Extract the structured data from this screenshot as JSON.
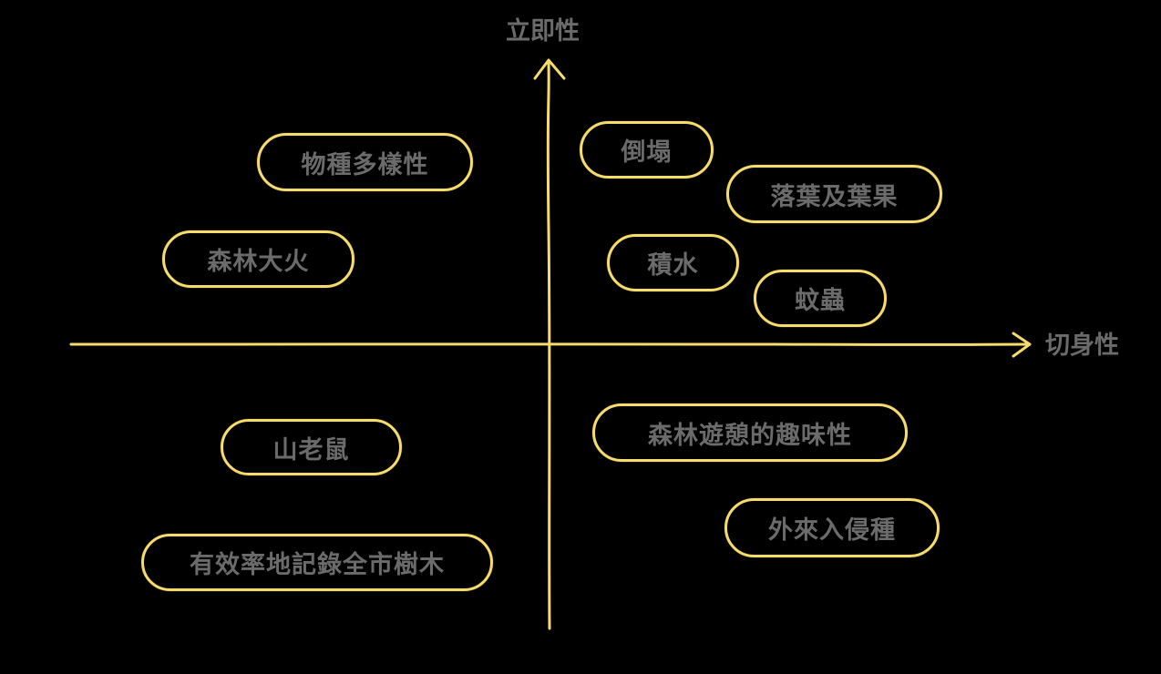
{
  "axes": {
    "vertical_label": "立即性",
    "horizontal_label": "切身性",
    "color": "#f6dd6b"
  },
  "items": [
    {
      "label": "物種多樣性"
    },
    {
      "label": "森林大火"
    },
    {
      "label": "倒塌"
    },
    {
      "label": "落葉及葉果"
    },
    {
      "label": "積水"
    },
    {
      "label": "蚊蟲"
    },
    {
      "label": "山老鼠"
    },
    {
      "label": "森林遊憩的趣味性"
    },
    {
      "label": "外來入侵種"
    },
    {
      "label": "有效率地記錄全市樹木"
    }
  ]
}
